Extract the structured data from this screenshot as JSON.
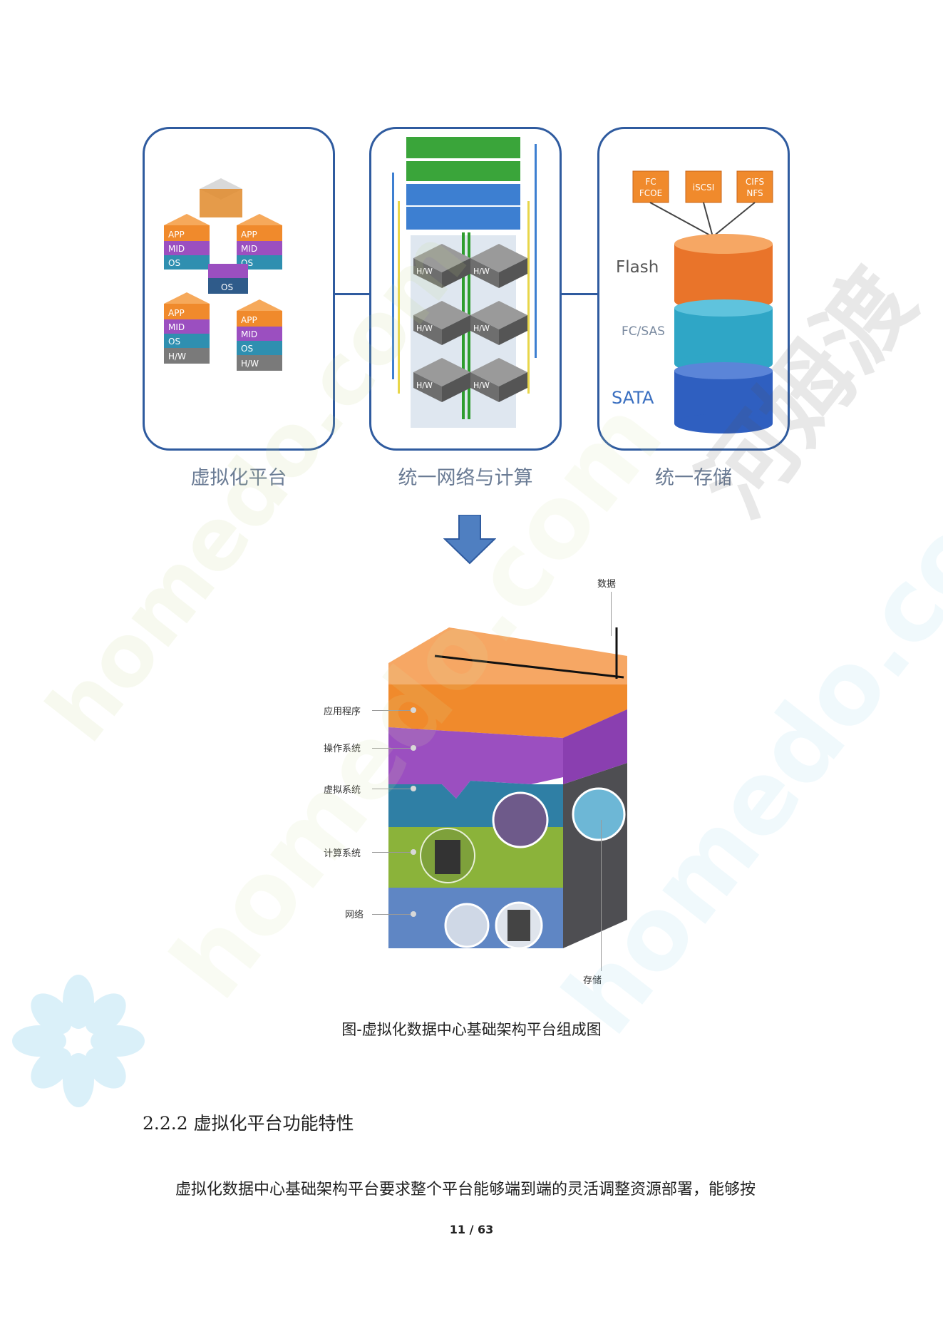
{
  "figure_top": {
    "panels": [
      {
        "caption": "虚拟化平台"
      },
      {
        "caption": "统一网络与计算"
      },
      {
        "caption": "统一存储"
      }
    ],
    "vm_stack_labels": {
      "app": "APP",
      "mid": "MID",
      "os": "OS",
      "hw": "H/W"
    },
    "server_label": "H/W",
    "protocols": [
      {
        "line1": "FC",
        "line2": "FCOE"
      },
      {
        "line1": "iSCSI",
        "line2": ""
      },
      {
        "line1": "CIFS",
        "line2": "NFS"
      }
    ],
    "storage_tiers": [
      "Flash",
      "FC/SAS",
      "SATA"
    ]
  },
  "figure_bottom": {
    "top_label": "数据",
    "left_labels": [
      "应用程序",
      "操作系统",
      "虚拟系统",
      "计算系统",
      "网络"
    ],
    "bottom_label": "存储",
    "caption": "图-虚拟化数据中心基础架构平台组成图"
  },
  "section": {
    "heading": "2.2.2 虚拟化平台功能特性",
    "paragraph": "虚拟化数据中心基础架构平台要求整个平台能够端到端的灵活调整资源部署，能够按"
  },
  "footer": {
    "page_number": "11 / 63"
  },
  "watermarks": [
    "homedo.com",
    "homedo.com",
    "homedo.com",
    "河姆渡"
  ],
  "colors": {
    "panel_border": "#2f5b9f",
    "arrow": "#4f7fc1",
    "orange": "#f08a2c",
    "purple": "#9b4fc0",
    "teal": "#2f8fb0",
    "green": "#8bb33a",
    "blue": "#5f86c4"
  }
}
